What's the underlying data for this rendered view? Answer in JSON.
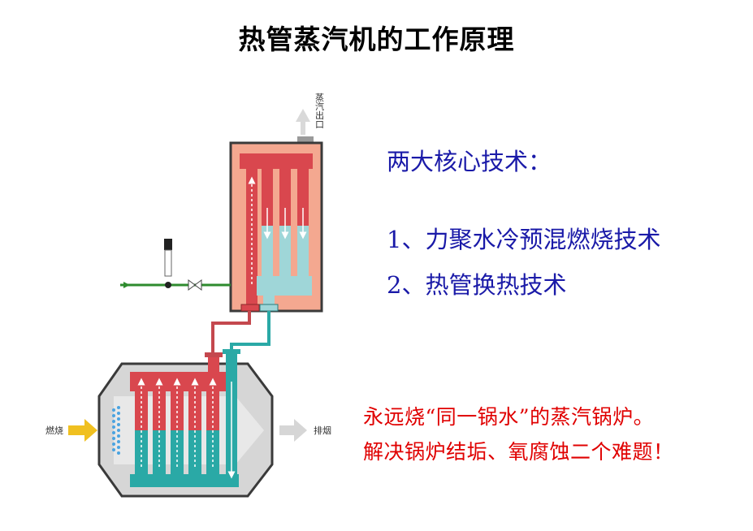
{
  "title": "热管蒸汽机的工作原理",
  "labels": {
    "steam_outlet": "蒸汽出口",
    "fuel": "燃烧",
    "exhaust": "排烟"
  },
  "core_tech": {
    "heading": "两大核心技术：",
    "item1": "1、力聚水冷预混燃烧技术",
    "item2": "2、热管换热技术"
  },
  "claims": {
    "line1": "永远烧“同一锅水”的蒸汽锅炉。",
    "line2": "解决锅炉结垢、氧腐蚀二个难题！"
  },
  "colors": {
    "heading_blue": "#1a1aa8",
    "claim_red": "#e00000",
    "hot_red": "#d9474e",
    "water_cyan": "#2aa9a6",
    "light_cyan": "#9fd6d8",
    "salmon": "#f4a890",
    "pipe_green": "#2e8b2e",
    "arrow_yellow": "#f0c020"
  }
}
